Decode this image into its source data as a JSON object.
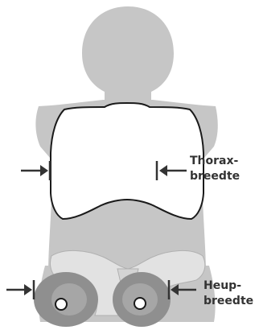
{
  "labels": {
    "thorax_line1": "Thorax-",
    "thorax_line2": "breedte",
    "hip_line1": "Heup-",
    "hip_line2": "breedte"
  },
  "colors": {
    "body": "#c6c6c6",
    "pelvis": "#e0e0e0",
    "hip_region": "#8f8f8f",
    "thorax_fill": "#ffffff",
    "outline": "#1a1a1a",
    "arrow": "#333333",
    "text": "#333333"
  }
}
